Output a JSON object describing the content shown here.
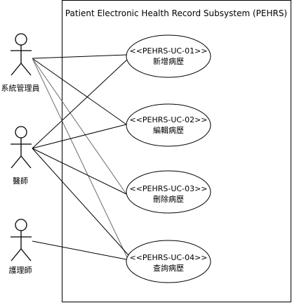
{
  "system": {
    "title": "Patient Electronic Health Record Subsystem (PEHRS)"
  },
  "actors": [
    {
      "id": "admin",
      "label": "系統管理員"
    },
    {
      "id": "doctor",
      "label": "醫師"
    },
    {
      "id": "nurse",
      "label": "護理師"
    }
  ],
  "use_cases": [
    {
      "id": "uc01",
      "code": "<<PEHRS-UC-01>>",
      "name": "新增病歷"
    },
    {
      "id": "uc02",
      "code": "<<PEHRS-UC-02>>",
      "name": "編輯病歷"
    },
    {
      "id": "uc03",
      "code": "<<PEHRS-UC-03>>",
      "name": "刪除病歷"
    },
    {
      "id": "uc04",
      "code": "<<PEHRS-UC-04>>",
      "name": "查詢病歷"
    }
  ],
  "associations": [
    {
      "actor": "admin",
      "use_case": "uc01"
    },
    {
      "actor": "admin",
      "use_case": "uc02"
    },
    {
      "actor": "admin",
      "use_case": "uc03"
    },
    {
      "actor": "admin",
      "use_case": "uc04"
    },
    {
      "actor": "doctor",
      "use_case": "uc01"
    },
    {
      "actor": "doctor",
      "use_case": "uc02"
    },
    {
      "actor": "doctor",
      "use_case": "uc03"
    },
    {
      "actor": "doctor",
      "use_case": "uc04"
    },
    {
      "actor": "nurse",
      "use_case": "uc04"
    }
  ]
}
